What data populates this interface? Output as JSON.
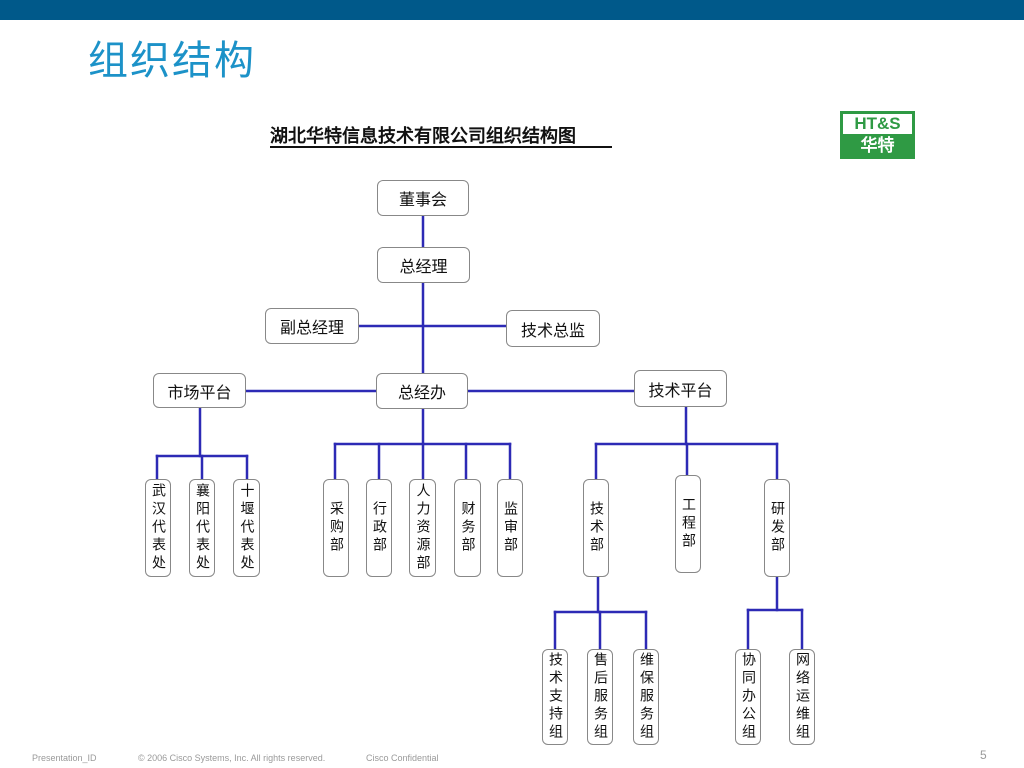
{
  "slide": {
    "title": "组织结构",
    "chart_title": "湖北华特信息技术有限公司组织结构图",
    "logo": {
      "top": "HT&S",
      "bottom": "华特",
      "color": "#2f9a44"
    }
  },
  "org": {
    "board": "董事会",
    "gm": "总经理",
    "vice_gm": "副总经理",
    "tech_director": "技术总监",
    "market": "市场平台",
    "gm_office": "总经办",
    "tech_platform": "技术平台",
    "wuhan": "武汉代表处",
    "xiangyang": "襄阳代表处",
    "shiyan": "十堰代表处",
    "purchasing": "采购部",
    "admin": "行政部",
    "hr": "人力资源部",
    "finance": "财务部",
    "audit": "监审部",
    "tech_dept": "技术部",
    "engineering": "工程部",
    "rnd": "研发部",
    "tech_support": "技术支持组",
    "after_sales": "售后服务组",
    "maintenance": "维保服务组",
    "office_collab": "协同办公组",
    "netops": "网络运维组"
  },
  "colors": {
    "connector": "#2d2ab5",
    "title": "#1c92c8",
    "top_bar": "#00598a"
  },
  "footer": {
    "presentation_id": "Presentation_ID",
    "copyright": "© 2006 Cisco Systems, Inc. All rights reserved.",
    "confidential": "Cisco Confidential",
    "page": "5"
  }
}
